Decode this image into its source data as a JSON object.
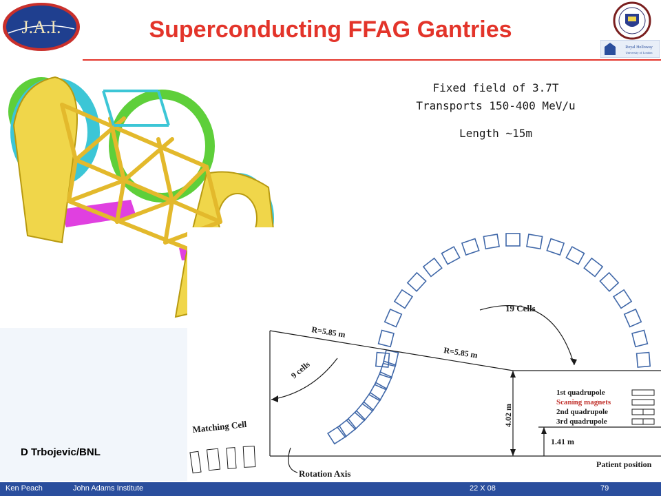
{
  "header": {
    "logo_text": "J.A.I.",
    "title": "Superconducting FFAG Gantries",
    "rhul_logo_text": "Royal Holloway",
    "rhul_logo_subtext": "University of London"
  },
  "info": {
    "line1": "Fixed field of 3.7T",
    "line2": "Transports 150-400 MeV/u",
    "line3": "Length ~15m"
  },
  "credit": "D Trbojevic/BNL",
  "schematic": {
    "cells_label": "19 Cells",
    "radius_label_1": "R=5.85 m",
    "radius_label_2": "R=5.85 m",
    "nine_cells_label": "9 cells",
    "height_label": "4.02 m",
    "offset_label": "1.41 m",
    "matching_cell_label": "Matching Cell",
    "rotation_axis_label": "Rotation Axis",
    "patient_position_label": "Patient position",
    "legend": [
      {
        "label": "1st quadrupole",
        "color": "#1a1a1a"
      },
      {
        "label": "Scaning magnets",
        "color": "#c0302a"
      },
      {
        "label": "2nd quadrupole",
        "color": "#1a1a1a"
      },
      {
        "label": "3rd quadrupole",
        "color": "#1a1a1a"
      }
    ]
  },
  "footer": {
    "author": "Ken Peach",
    "institute": "John Adams Institute",
    "date": "22 X  08",
    "page": "79"
  },
  "colors": {
    "title": "#e3342a",
    "footer_bg": "#2a4e9d",
    "magnet_blue": "#3f67a8",
    "gantry_yellow": "#f0d64a",
    "gantry_cyan": "#3cc6d6",
    "gantry_magenta": "#e040e0",
    "gantry_green": "#5ecf3a"
  }
}
